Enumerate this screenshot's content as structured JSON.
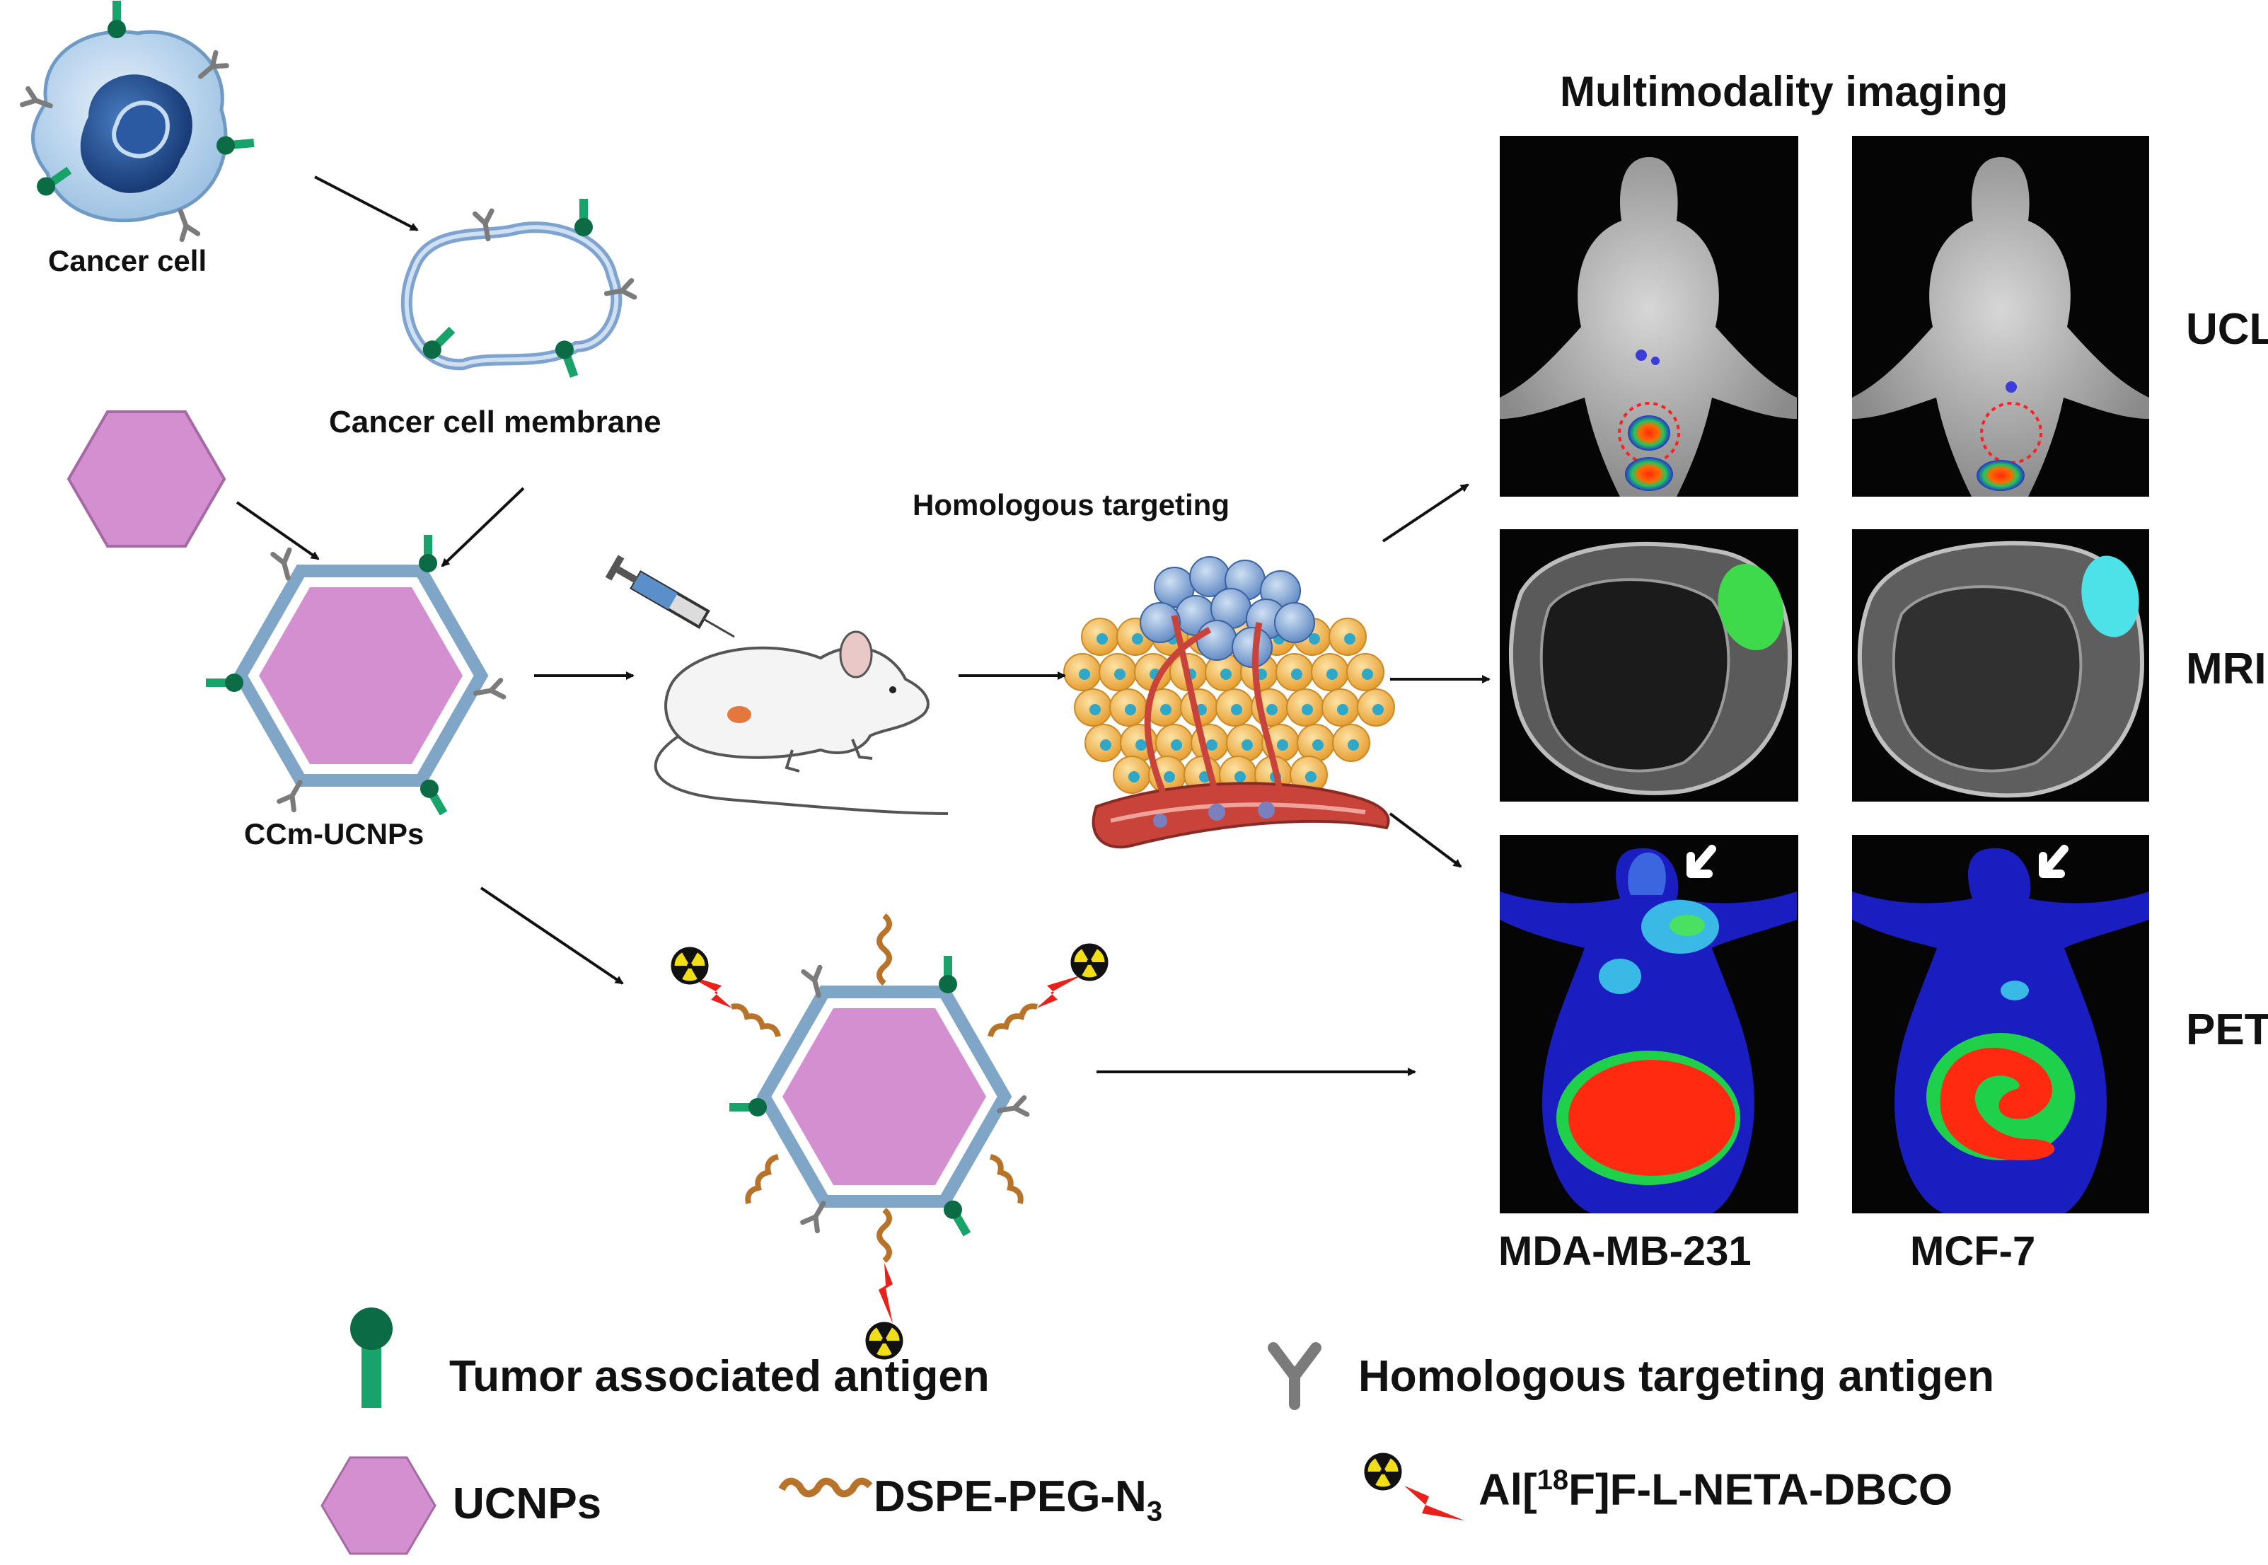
{
  "header": {
    "title": "Multimodality imaging"
  },
  "labels": {
    "cancer_cell": "Cancer cell",
    "cancer_cell_membrane": "Cancer cell membrane",
    "ccm_ucnps": "CCm-UCNPs",
    "homologous_targeting": "Homologous targeting"
  },
  "rows": [
    "UCL",
    "MRI",
    "PET"
  ],
  "columns": [
    "MDA-MB-231",
    "MCF-7"
  ],
  "legend": {
    "tumor_antigen": "Tumor associated antigen",
    "homologous_antigen": "Homologous targeting antigen",
    "ucnps": "UCNPs",
    "dspe_main": "DSPE-PEG-N",
    "dspe_sub": "3",
    "al_prefix": "Al[",
    "al_sup": "18",
    "al_suffix": "F]F-L-NETA-DBCO"
  },
  "colors": {
    "hexagon_fill": "#d48fd1",
    "hexagon_border": "#7fa6c6",
    "antigen_green": "#0f8a5a",
    "antigen_gray": "#808080",
    "peg_brown": "#b8732a",
    "radio_yellow": "#f2de16",
    "linker_red": "#e8211a",
    "vessel_red": "#c8433a",
    "tumor_cell": "#f1b450"
  }
}
